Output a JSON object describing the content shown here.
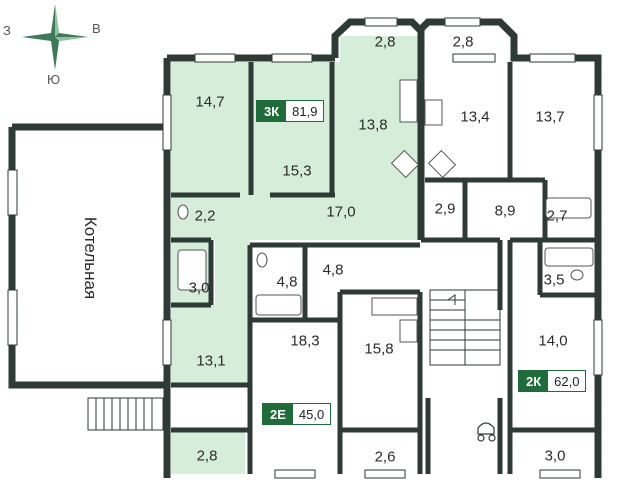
{
  "compass": {
    "west": "З",
    "east": "В",
    "south": "Ю",
    "icon": "compass-star-icon"
  },
  "colors": {
    "wall": "#2e3a36",
    "highlight": "#d6eed9",
    "accent": "#1f6b3a",
    "window": "#bfc9c4"
  },
  "boiler_room": "Котельная",
  "rooms": {
    "r28a": "2,8",
    "r28b": "2,8",
    "r147": "14,7",
    "r153": "15,3",
    "r138": "13,8",
    "r134": "13,4",
    "r137": "13,7",
    "r22": "2,2",
    "r170": "17,0",
    "r29": "2,9",
    "r89": "8,9",
    "r27": "2,7",
    "r30a": "3,0",
    "r48a": "4,8",
    "r48b": "4,8",
    "r35": "3,5",
    "r131": "13,1",
    "r183": "18,3",
    "r158": "15,8",
    "r140": "14,0",
    "r28c": "2,8",
    "r26": "2,6",
    "r30b": "3,0"
  },
  "apartments": [
    {
      "type": "3К",
      "area": "81,9"
    },
    {
      "type": "2Е",
      "area": "45,0"
    },
    {
      "type": "2К",
      "area": "62,0"
    }
  ]
}
